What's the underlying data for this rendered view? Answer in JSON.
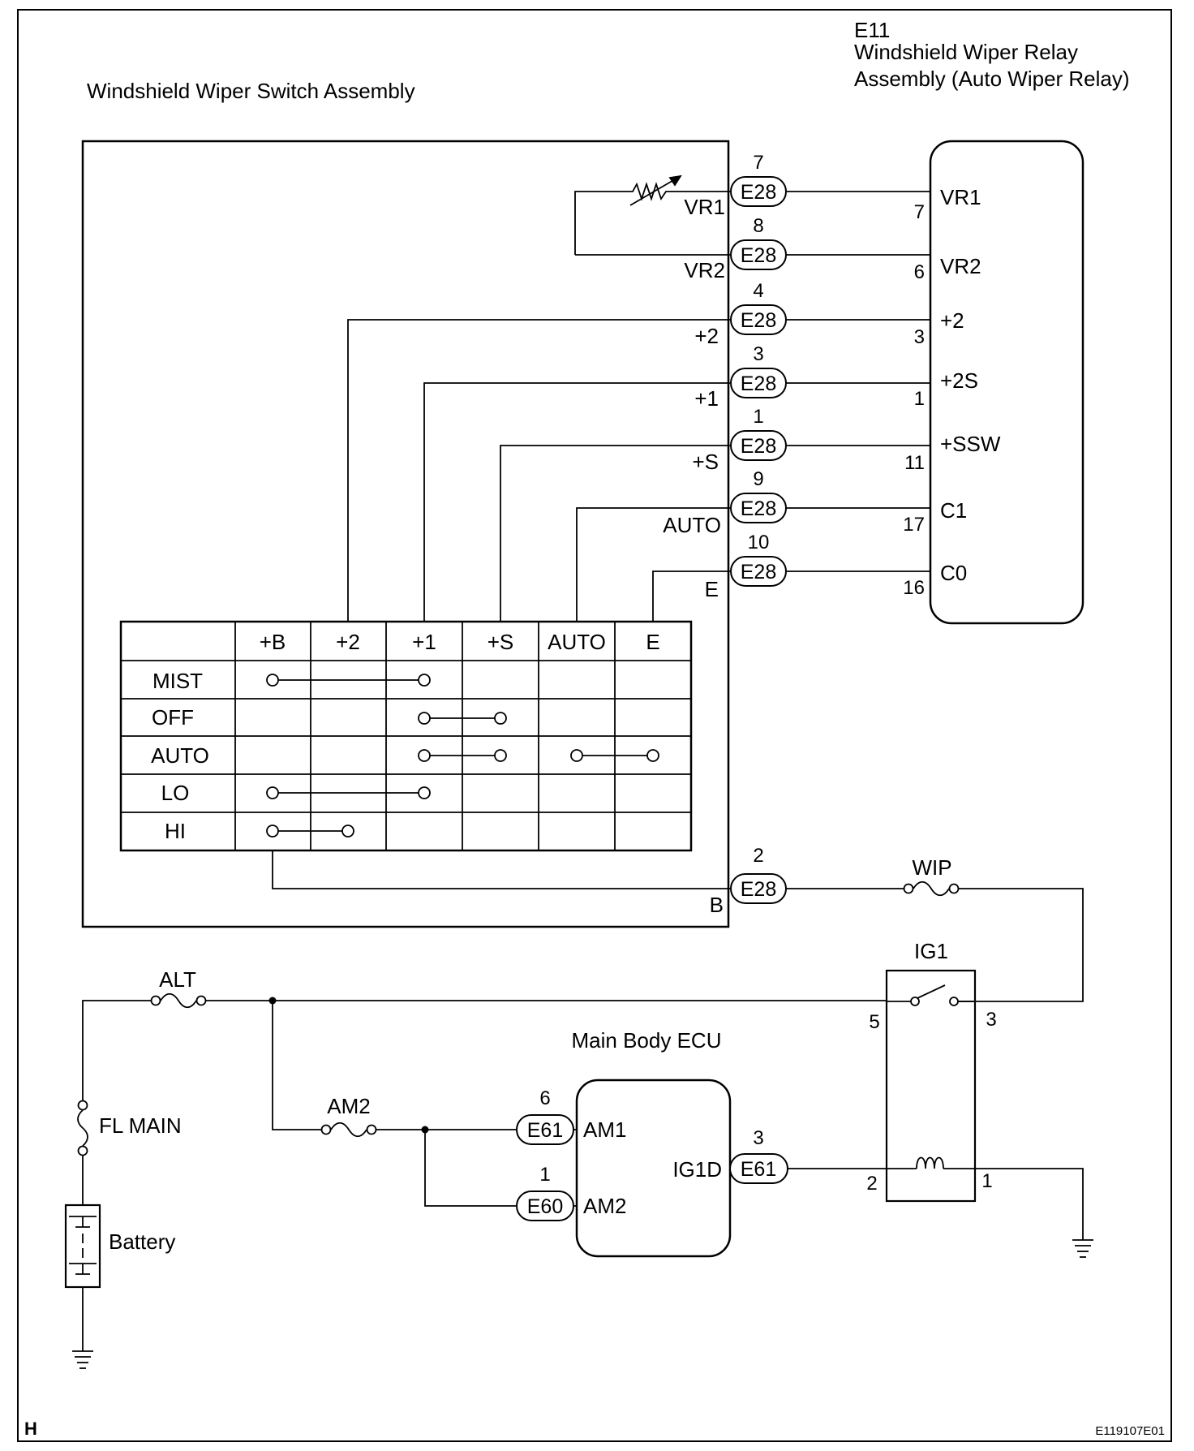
{
  "switch_assembly": {
    "title": "Windshield Wiper Switch Assembly",
    "terminals": [
      "VR1",
      "VR2",
      "+2",
      "+1",
      "+S",
      "AUTO",
      "E",
      "B"
    ]
  },
  "relay": {
    "code": "E11",
    "title_line1": "Windshield Wiper Relay",
    "title_line2": "Assembly (Auto Wiper Relay)",
    "terminals": [
      "VR1",
      "VR2",
      "+2",
      "+2S",
      "+SSW",
      "C1",
      "C0"
    ],
    "pins": [
      "7",
      "6",
      "3",
      "1",
      "11",
      "17",
      "16"
    ]
  },
  "e28": {
    "label": "E28",
    "pins": [
      "7",
      "8",
      "4",
      "3",
      "1",
      "9",
      "10",
      "2"
    ]
  },
  "switch_table": {
    "columns": [
      "+B",
      "+2",
      "+1",
      "+S",
      "AUTO",
      "E"
    ],
    "rows": [
      "MIST",
      "OFF",
      "AUTO",
      "LO",
      "HI"
    ],
    "connections": [
      {
        "row": "MIST",
        "from": "+B",
        "to": "+1"
      },
      {
        "row": "OFF",
        "from": "+1",
        "to": "+S"
      },
      {
        "row": "AUTO",
        "from": "+1",
        "to": "+S"
      },
      {
        "row": "AUTO",
        "from": "AUTO",
        "to": "E"
      },
      {
        "row": "LO",
        "from": "+B",
        "to": "+1"
      },
      {
        "row": "HI",
        "from": "+B",
        "to": "+2"
      }
    ]
  },
  "fuses": {
    "wip": "WIP",
    "alt": "ALT",
    "am2": "AM2",
    "fl_main": "FL MAIN"
  },
  "battery": {
    "label": "Battery"
  },
  "ig1": {
    "label": "IG1",
    "pin_left": "5",
    "pin_right": "3",
    "coil_left": "2",
    "coil_right": "1"
  },
  "ecu": {
    "title": "Main Body ECU",
    "am1_label": "AM1",
    "am1_conn": "E61",
    "am1_pin": "6",
    "am2_label": "AM2",
    "am2_conn": "E60",
    "am2_pin": "1",
    "ig1d_label": "IG1D",
    "ig1d_conn": "E61",
    "ig1d_pin": "3"
  },
  "footer": {
    "left": "H",
    "right": "E119107E01"
  }
}
